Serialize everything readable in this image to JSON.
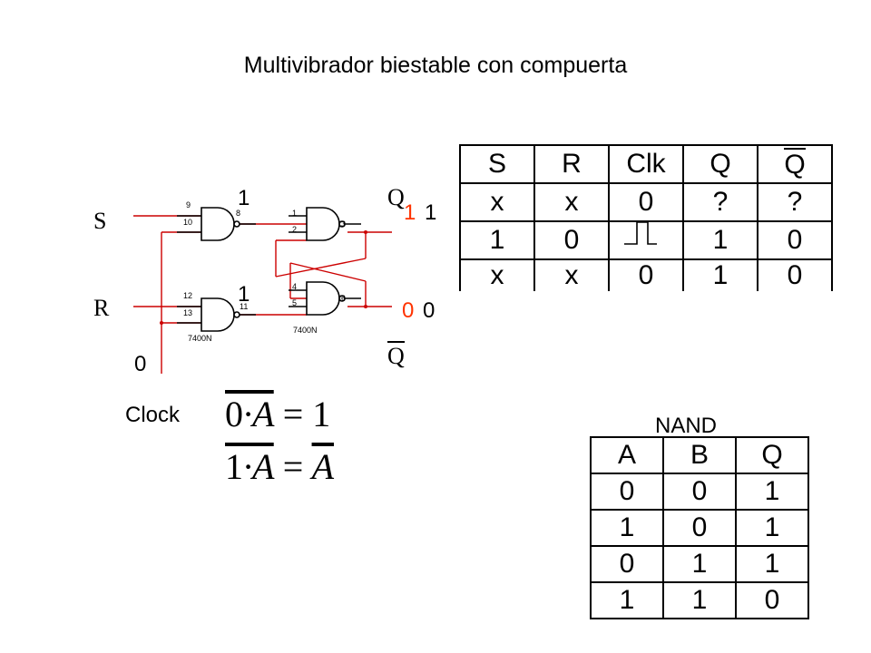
{
  "title": "Multivibrador biestable con compuerta",
  "circuit": {
    "input_s": "S",
    "input_r": "R",
    "output_q": "Q",
    "output_qbar": "Q",
    "clock_label": "Clock",
    "clock_value": "0",
    "gate_top_value": "1",
    "gate_bottom_value": "1",
    "q_prev_value": "1",
    "q_value": "1",
    "qbar_prev_value": "0",
    "qbar_value": "0",
    "chip_label_left": "7400N",
    "chip_label_right": "7400N",
    "pins": {
      "g1_in_a": "9",
      "g1_in_b": "10",
      "g1_out": "8",
      "g2_in_a": "12",
      "g2_in_b": "13",
      "g2_out": "11",
      "g3_in_a": "1",
      "g3_in_b": "2",
      "g3_out": "3",
      "g4_in_a": "4",
      "g4_in_b": "5",
      "g4_out": "6"
    },
    "colors": {
      "wire": "#cc0000",
      "highlight": "#ff3300"
    }
  },
  "equations": {
    "eq1_lhs_const": "0",
    "eq1_var": "A",
    "eq1_rhs": "1",
    "eq2_lhs_const": "1",
    "eq2_var": "A",
    "eq2_rhs_var": "A"
  },
  "state_table": {
    "headers": [
      "S",
      "R",
      "Clk",
      "Q",
      "Q"
    ],
    "rows": [
      [
        "x",
        "x",
        "0",
        "?",
        "?"
      ],
      [
        "1",
        "0",
        "",
        "1",
        "0"
      ],
      [
        "x",
        "x",
        "0",
        "1",
        "0"
      ]
    ]
  },
  "nand_table": {
    "title": "NAND",
    "headers": [
      "A",
      "B",
      "Q"
    ],
    "rows": [
      [
        "0",
        "0",
        "1"
      ],
      [
        "1",
        "0",
        "1"
      ],
      [
        "0",
        "1",
        "1"
      ],
      [
        "1",
        "1",
        "0"
      ]
    ]
  }
}
